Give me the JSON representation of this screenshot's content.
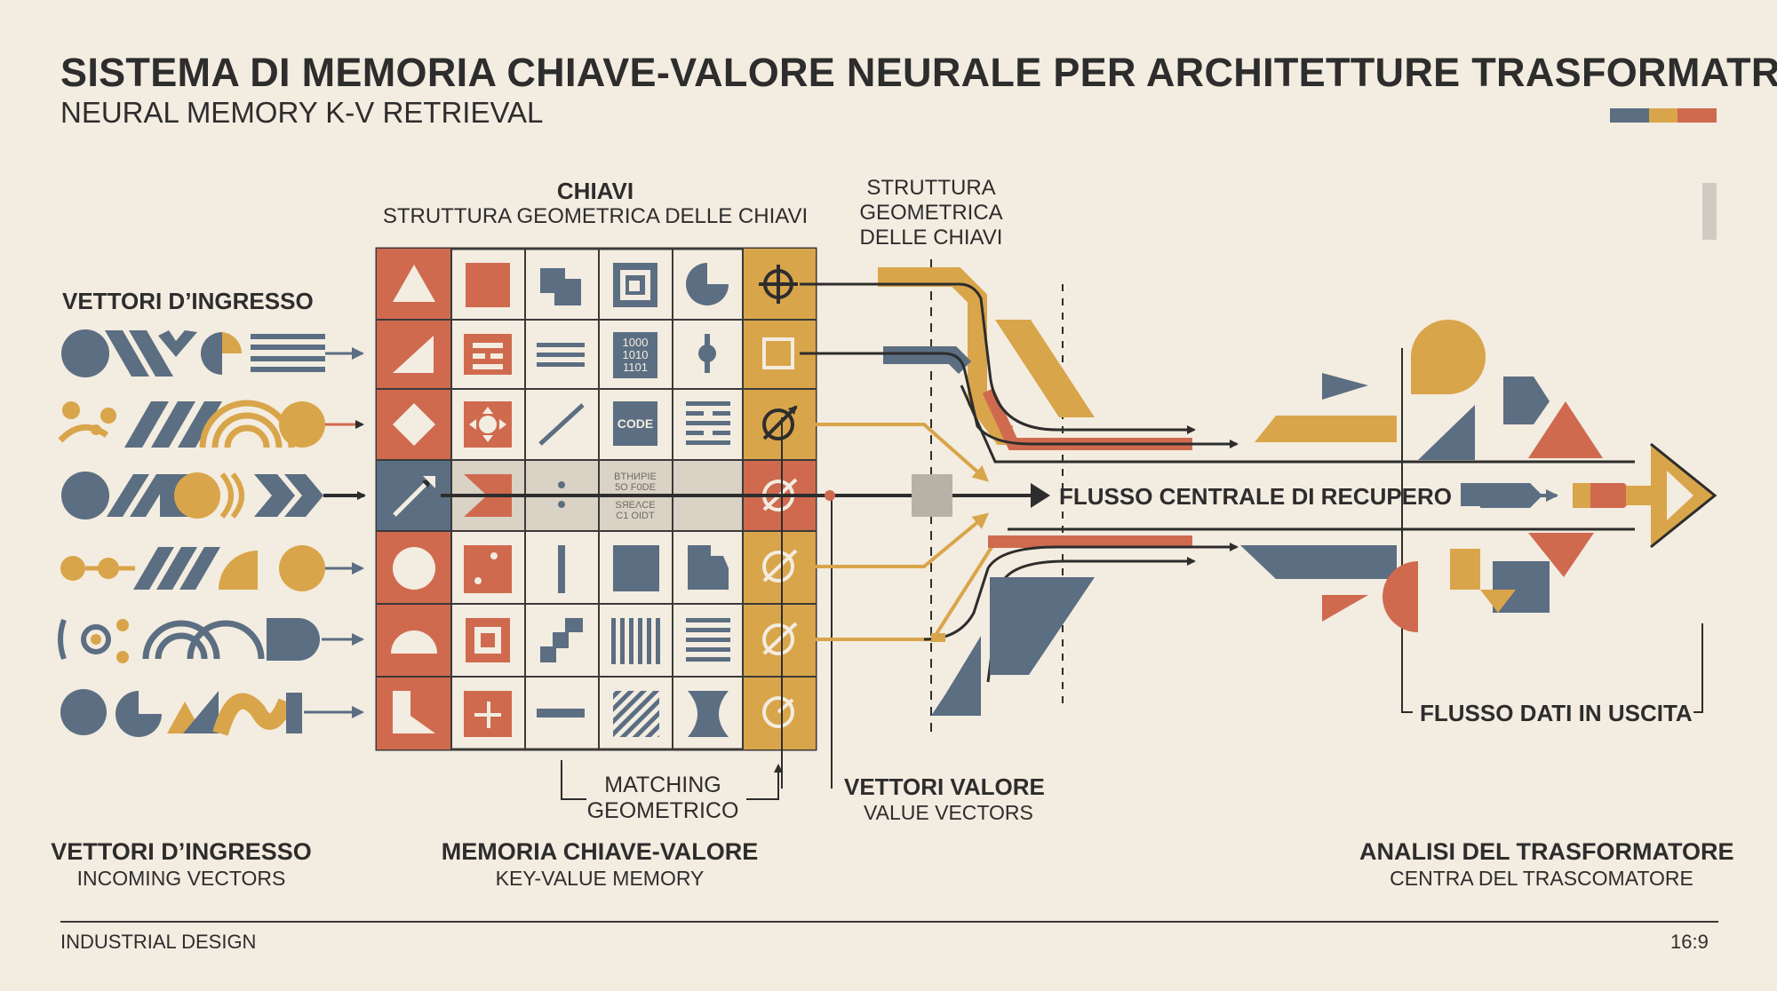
{
  "header": {
    "title": "SISTEMA DI MEMORIA CHIAVE-VALORE NEURALE PER ARCHITETTURE TRASFORMATRICI",
    "subtitle": "NEURAL MEMORY K-V RETRIEVAL"
  },
  "colors": {
    "slate": "#5b6e82",
    "terracotta": "#cf6a4f",
    "ochre": "#d9a54a",
    "dark": "#2d2d2d",
    "paper": "#f3ece0"
  },
  "labels": {
    "input_vectors": "VETTORI D’INGRESSO",
    "keys_title": "CHIAVI",
    "keys_subtitle": "STRUTTURA GEOMETRICA DELLE CHIAVI",
    "keys_structure_line1": "STRUTTURA",
    "keys_structure_line2": "GEOMETRICA",
    "keys_structure_line3": "DELLE CHIAVI",
    "central_flow": "FLUSSO CENTRALE DI RECUPERO",
    "output_flow": "FLUSSO DATI IN USCITA",
    "matching_line1": "MATCHING",
    "matching_line2": "GEOMETRICO",
    "value_vectors": "VETTORI VALORE",
    "value_vectors_en": "VALUE VECTORS",
    "grid_code": "CODE",
    "grid_binary": [
      "1000",
      "1010",
      "1101"
    ],
    "grid_glitch": [
      "BТHИPIE",
      "5O F0DE",
      "SЯEΛCE",
      "C1 OIDT"
    ]
  },
  "bottom_captions": {
    "left_title": "VETTORI D’INGRESSO",
    "left_sub": "INCOMING VECTORS",
    "mid_title": "MEMORIA CHIAVE-VALORE",
    "mid_sub": "KEY-VALUE MEMORY",
    "right_title": "ANALISI DEL TRASFORMATORE",
    "right_sub": "CENTRA DEL TRASCOMATORE"
  },
  "footer": {
    "left": "INDUSTRIAL DESIGN",
    "right": "16:9"
  }
}
